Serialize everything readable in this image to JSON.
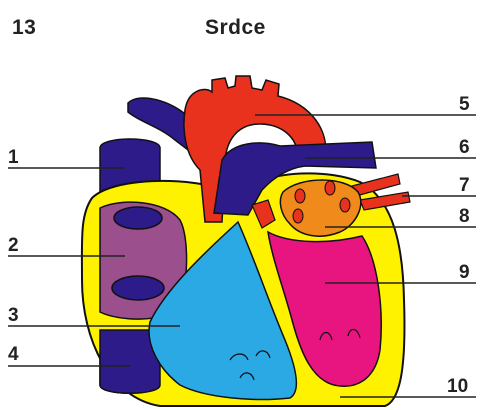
{
  "header": {
    "number": "13",
    "title": "Srdce"
  },
  "labels": [
    "1",
    "2",
    "3",
    "4",
    "5",
    "6",
    "7",
    "8",
    "9",
    "10"
  ],
  "colors": {
    "aorta": "#e8321e",
    "vessel_dark_blue": "#2d1b8a",
    "pericardium_yellow": "#fff200",
    "right_atrium": "#9b4f8c",
    "right_ventricle": "#2aa9e5",
    "left_atrium": "#f08a1a",
    "left_ventricle": "#e8147f",
    "outline": "#111111"
  }
}
